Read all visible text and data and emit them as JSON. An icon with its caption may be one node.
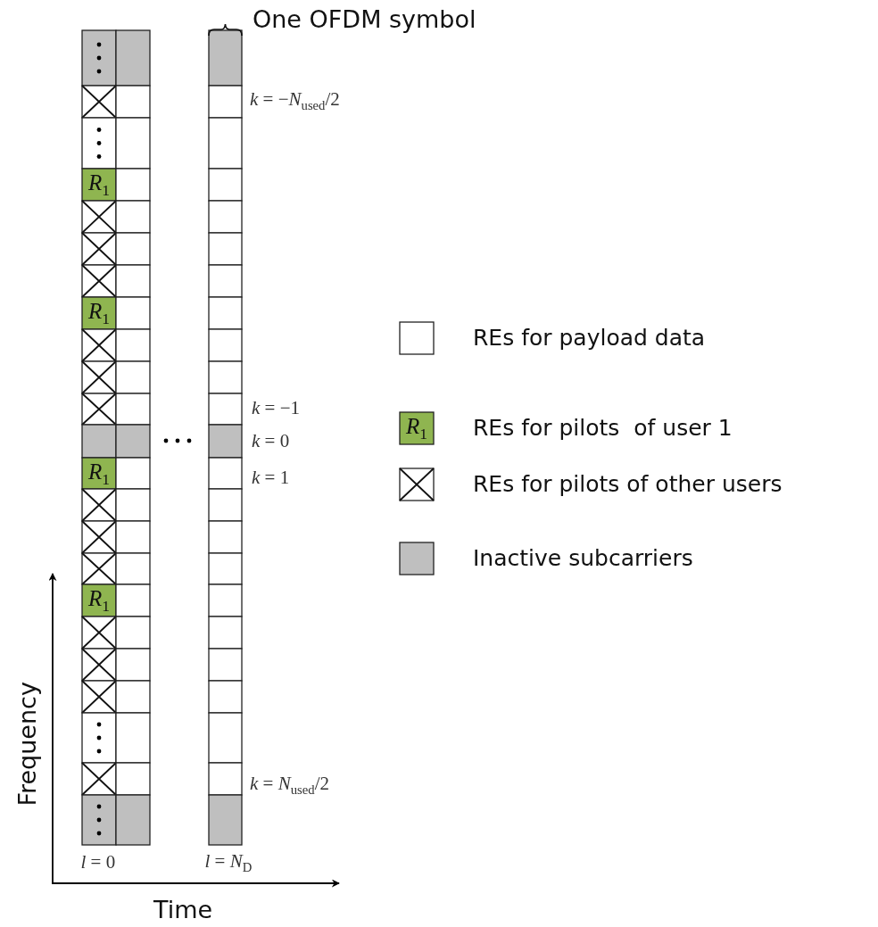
{
  "diagram": {
    "labels": [
      "One OFDM symbol",
      "*k* = −*N*$_{used}$/2",
      "*R*$_{1}$",
      "*R*$_{1}$",
      "*k* = −1",
      "*k* = 0",
      "*R*$_{1}$",
      "*k* = 1",
      "*R*$_{1}$",
      "Frequency",
      "*k* = *N*$_{used}$/2",
      "*l* = 0",
      "*l* = *N*$_{D}$",
      "Time",
      "*R*$_{1}$"
    ],
    "legend": [
      {
        "text": "REs for payload data",
        "color": "#ffffff"
      },
      {
        "text": "REs for pilots  of user 1",
        "color": "#8fb550"
      },
      {
        "text": "REs for pilots of other users"
      },
      {
        "text": "Inactive subcarriers",
        "color": "#bfbfbf"
      }
    ]
  }
}
